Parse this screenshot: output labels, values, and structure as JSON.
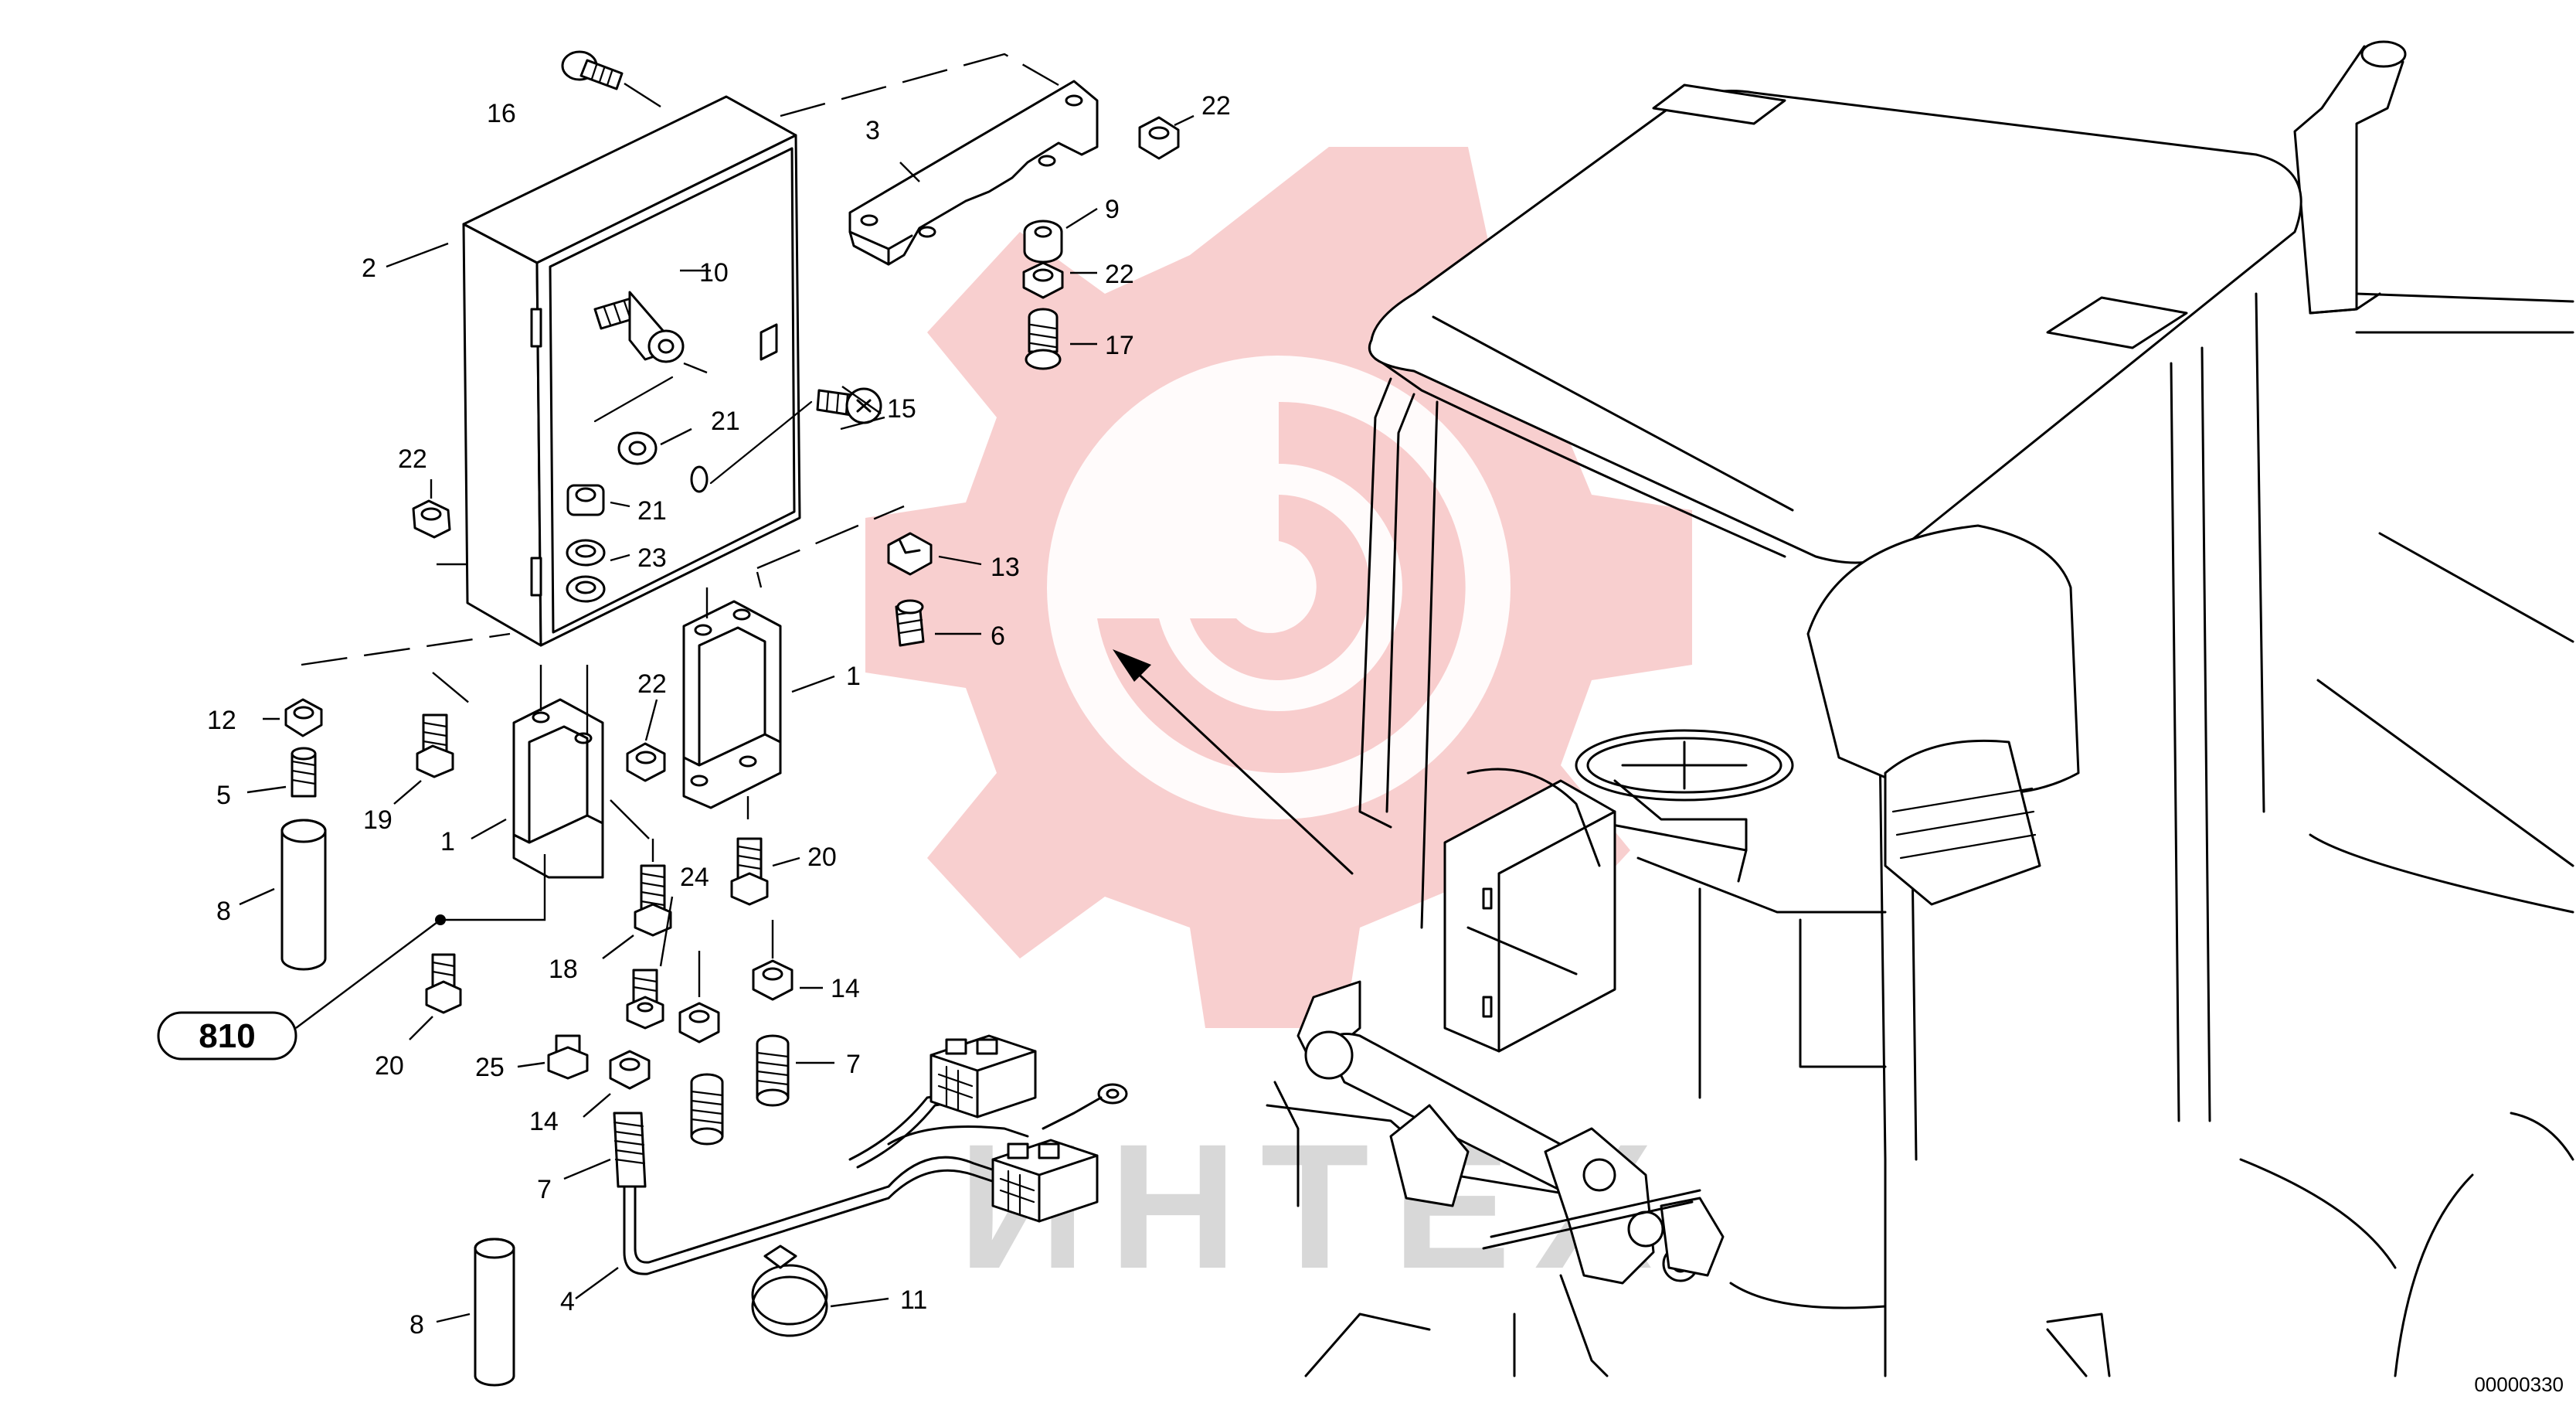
{
  "diagram": {
    "watermark_text": "ИНТЕХ",
    "drawing_number": "00000330",
    "group_badge": "810",
    "callouts": [
      {
        "id": "c16",
        "label": "16"
      },
      {
        "id": "c22a",
        "label": "22"
      },
      {
        "id": "c3",
        "label": "3"
      },
      {
        "id": "c2",
        "label": "2"
      },
      {
        "id": "c9",
        "label": "9"
      },
      {
        "id": "c22b",
        "label": "22"
      },
      {
        "id": "c10",
        "label": "10"
      },
      {
        "id": "c17",
        "label": "17"
      },
      {
        "id": "c15",
        "label": "15"
      },
      {
        "id": "c21a",
        "label": "21"
      },
      {
        "id": "c22c",
        "label": "22"
      },
      {
        "id": "c21b",
        "label": "21"
      },
      {
        "id": "c23",
        "label": "23"
      },
      {
        "id": "c13",
        "label": "13"
      },
      {
        "id": "c6",
        "label": "6"
      },
      {
        "id": "c1a",
        "label": "1"
      },
      {
        "id": "c12",
        "label": "12"
      },
      {
        "id": "c22d",
        "label": "22"
      },
      {
        "id": "c5",
        "label": "5"
      },
      {
        "id": "c19",
        "label": "19"
      },
      {
        "id": "c1b",
        "label": "1"
      },
      {
        "id": "c20a",
        "label": "20"
      },
      {
        "id": "c8a",
        "label": "8"
      },
      {
        "id": "c24",
        "label": "24"
      },
      {
        "id": "c18",
        "label": "18"
      },
      {
        "id": "c14a",
        "label": "14"
      },
      {
        "id": "c20b",
        "label": "20"
      },
      {
        "id": "c25",
        "label": "25"
      },
      {
        "id": "c7a",
        "label": "7"
      },
      {
        "id": "c14b",
        "label": "14"
      },
      {
        "id": "c7b",
        "label": "7"
      },
      {
        "id": "c4",
        "label": "4"
      },
      {
        "id": "c11",
        "label": "11"
      },
      {
        "id": "c8b",
        "label": "8"
      }
    ]
  }
}
